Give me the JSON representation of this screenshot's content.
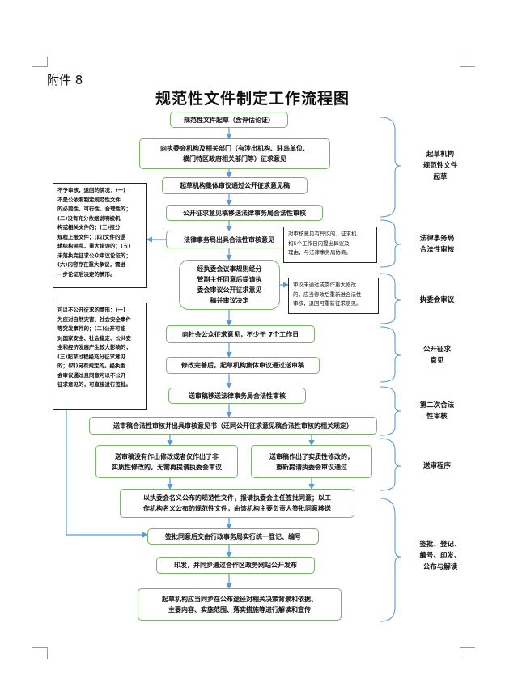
{
  "header": {
    "attachment_label": "附件 8",
    "title": "规范性文件制定工作流程图"
  },
  "flow": [
    {
      "id": "s1",
      "text": "规范性文件起草（含评估论证）"
    },
    {
      "id": "s2",
      "text": "向执委会机构及相关部门（有涉出机构、驻岛单位、\n横门特区政府相关部门等）征求意见"
    },
    {
      "id": "s3",
      "text": "起草机构集体审议通过公开征求意见稿"
    },
    {
      "id": "s4",
      "text": "公开征求意见稿移送法律事务局合法性审核"
    },
    {
      "id": "s5",
      "text": "法律事务局出具合法性审核意见"
    },
    {
      "id": "s6",
      "text": "经执委会议事规则经分\n管副主任同意后提请执\n委会审议公开征求意见\n稿并审议决定"
    },
    {
      "id": "s7",
      "text": "向社会公众征求意见，不少于 7个工作日"
    },
    {
      "id": "s8",
      "text": "修改完善后，起草机构集体审议通过送审稿"
    },
    {
      "id": "s9",
      "text": "送审稿移送法律事务局合法性审核"
    },
    {
      "id": "s10",
      "text": "送审稿合法性审核并出具审核意见书（还同公开征求意见稿合法性审核的相关规定）"
    },
    {
      "id": "s11a",
      "text": "送审稿没有作出修改或者仅作出了非\n实质性修改的，无需再提请执委会审议"
    },
    {
      "id": "s11b",
      "text": "送审稿作出了实质性修改的，\n重新提请执委会审议通过"
    },
    {
      "id": "s12",
      "text": "以执委会名义公布的规范性文件，报请执委会主任签批同意；以工\n作机构名义公布的规范性文件，由该机构主要负责人签批同意移送"
    },
    {
      "id": "s13",
      "text": "签批同意后交由行政事务局实行统一登记、编号"
    },
    {
      "id": "s14",
      "text": "印发，并同步通过合作区政务网站公开发布"
    },
    {
      "id": "s15",
      "text": "起草机构应当同步在公布途径对相关决策背景和依据、\n主要内容、实施范围、落实措施等进行解读和宣传"
    }
  ],
  "notes": {
    "n1": "不予审核，退回的情况：(一)\n不是公依照制定规范性文件\n的必要性、可行性、合理性的；\n(二)没有充分依据说明被机\n构或相关文件的；(三)报分\n规程上报文件；(四)文件的逻\n辑结构混乱，重大错误的；(五)\n未落执完征求公众审议论证的；\n(六)内容存在重大争议，需进\n一步论证后决定的情形。",
    "n2": "对审核意见有异议的，征求机\n构5个工作日内提出异议及\n理由，与法律事务局协商。",
    "n3": "审议未通过或需作重大修改\n的，应当修改后重新进合法性\n审核，退回可重新征求意见。",
    "n4": "可以不公开征求的情形：(一)\n为应对自然灾害、社会安全事件\n等突发事件的；(二)公开可能\n对国家安全、社会稳定、公共安\n全和经济发展产生较大影响的；\n(三)起草过程经充分征求意见\n的；(四)另有规定的。经执委\n会审议通过且同意可以不公开\n征求意见的，可直接进行签批。"
  },
  "stages": [
    {
      "id": "g1",
      "text": "起草机构\n规范性文件\n起草"
    },
    {
      "id": "g2",
      "text": "法律事务局\n合法性审核"
    },
    {
      "id": "g3",
      "text": "执委会审议"
    },
    {
      "id": "g4",
      "text": "公开征求\n意见"
    },
    {
      "id": "g5",
      "text": "第二次合法\n性审核"
    },
    {
      "id": "g6",
      "text": "送审程序"
    },
    {
      "id": "g7",
      "text": "签批、登记、\n编号、印发、\n公布与解读"
    }
  ]
}
